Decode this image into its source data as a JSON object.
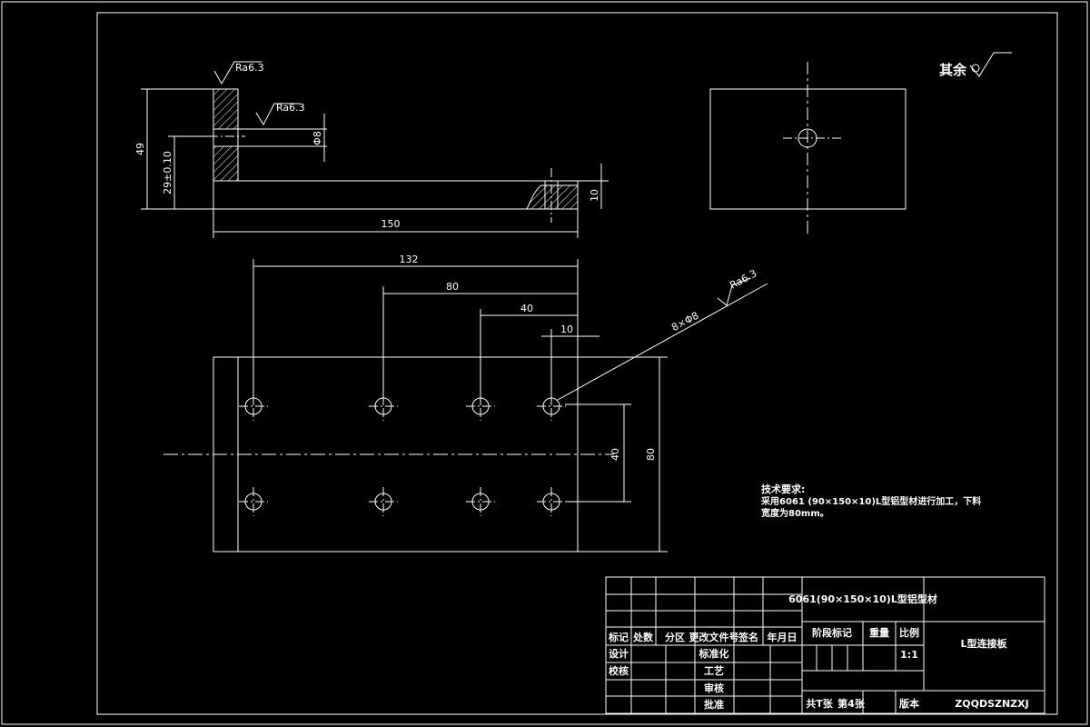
{
  "roughness": {
    "rest_label": "其余",
    "ra": "Ra6.3",
    "ra_top": "Ra6.3",
    "ra_hole": "Ra6.3"
  },
  "dimensions": {
    "height_49": "49",
    "height_29": "29±0.10",
    "hole_dia": "Φ8",
    "thickness_10": "10",
    "length_150": "150",
    "dist_132": "132",
    "dist_80": "80",
    "dist_40": "40",
    "dist_10": "10",
    "holes": "8×Φ8",
    "spacing_40": "40",
    "width_80": "80"
  },
  "notes": {
    "title": "技术要求:",
    "line1": "采用6061 (90×150×10)L型铝型材进行加工，下料",
    "line2": "宽度为80mm。"
  },
  "title_block": {
    "material": "6061(90×150×10)L型铝型材",
    "h_mark": "标记",
    "h_count": "处数",
    "h_zone": "分区",
    "h_doc": "更改文件号",
    "h_sign": "签名",
    "h_date": "年月日",
    "design": "设计",
    "standard": "标准化",
    "check": "校核",
    "process": "工艺",
    "review": "审核",
    "approve": "批准",
    "stage": "阶段标记",
    "weight": "重量",
    "scale_label": "比例",
    "scale": "1:1",
    "part_name": "L型连接板",
    "sheets_total": "共T张",
    "sheet_no": "第4张",
    "version": "版本",
    "code": "ZQQDSZNZXJ"
  }
}
